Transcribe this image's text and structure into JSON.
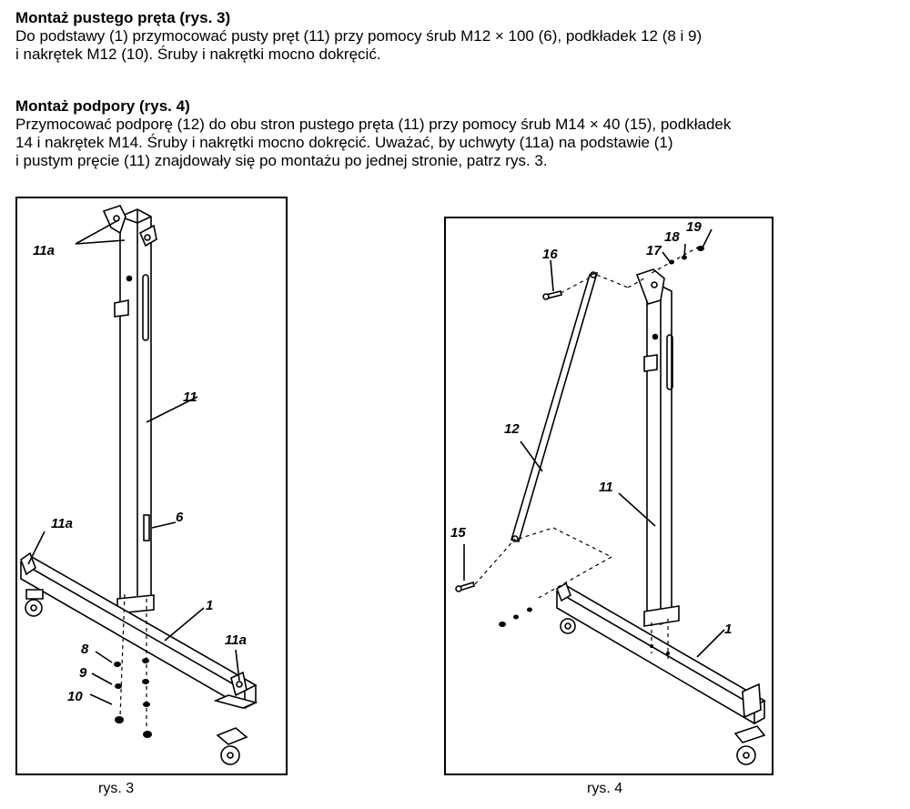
{
  "section1": {
    "heading": "Montaż pustego pręta (rys. 3)",
    "body": "Do podstawy (1) przymocować pusty pręt (11) przy pomocy śrub M12 × 100 (6), podkładek 12 (8 i 9)\ni nakrętek M12 (10). Śruby i nakrętki mocno dokręcić."
  },
  "section2": {
    "heading": "Montaż podpory (rys. 4)",
    "body": "Przymocować podporę (12) do obu stron pustego pręta (11) przy pomocy śrub M14 × 40 (15), podkładek\n14 i nakrętek M14. Śruby i nakrętki mocno dokręcić. Uważać, by uchwyty (11a) na podstawie (1)\ni pustym pręcie (11) znajdowały się po montażu po jednej stronie, patrz rys. 3."
  },
  "figure3": {
    "caption": "rys. 3",
    "labels": {
      "l11a_top": "11a",
      "l11": "11",
      "l6": "6",
      "l11a_left": "11a",
      "l1": "1",
      "l11a_right": "11a",
      "l8": "8",
      "l9": "9",
      "l10": "10"
    }
  },
  "figure4": {
    "caption": "rys. 4",
    "labels": {
      "l19": "19",
      "l18": "18",
      "l17": "17",
      "l16": "16",
      "l12": "12",
      "l11": "11",
      "l15": "15",
      "l1": "1"
    }
  }
}
